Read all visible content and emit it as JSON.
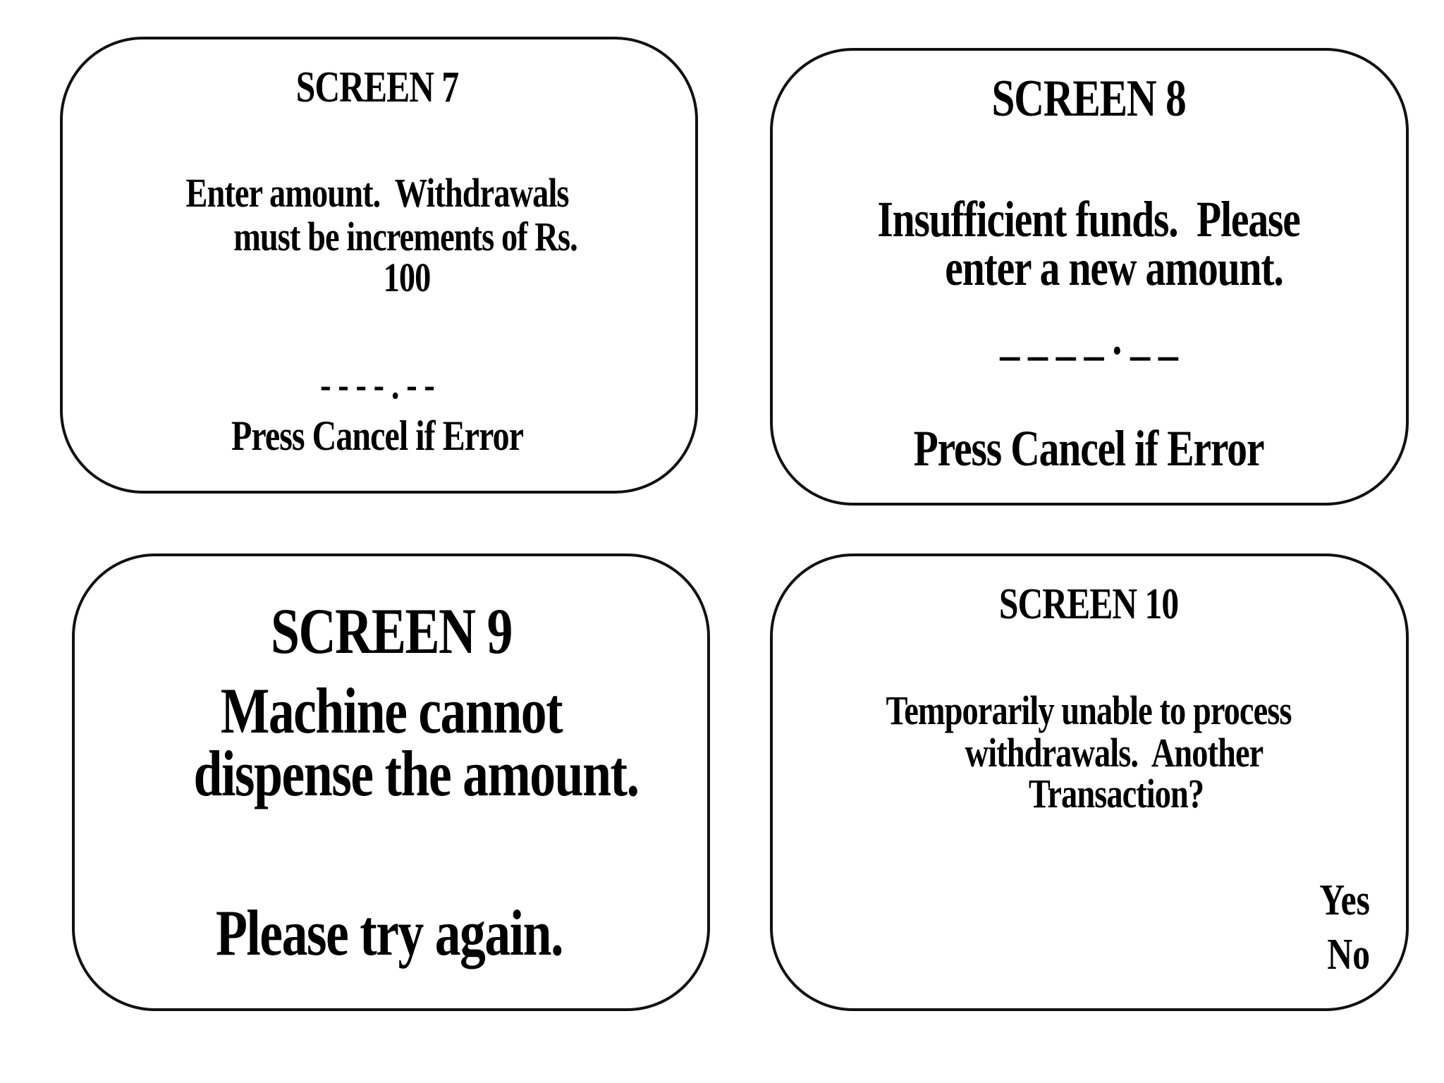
{
  "screens": [
    {
      "title": "SCREEN 7",
      "lines": [
        "Enter amount.  Withdrawals",
        "must be increments of Rs.",
        "100"
      ],
      "input_mask": "- - - - . - -",
      "footer": "Press Cancel if Error"
    },
    {
      "title": "SCREEN 8",
      "lines": [
        "Insufficient funds.  Please",
        "enter a new amount."
      ],
      "input_mask": "_ _ _ _ . _ _",
      "footer": "Press Cancel if Error"
    },
    {
      "title": "SCREEN 9",
      "lines": [
        "Machine cannot",
        "dispense the amount."
      ],
      "footer": "Please try again."
    },
    {
      "title": "SCREEN 10",
      "lines": [
        "Temporarily unable to process",
        "withdrawals.  Another",
        "Transaction?"
      ],
      "options": [
        "Yes",
        "No"
      ]
    }
  ]
}
